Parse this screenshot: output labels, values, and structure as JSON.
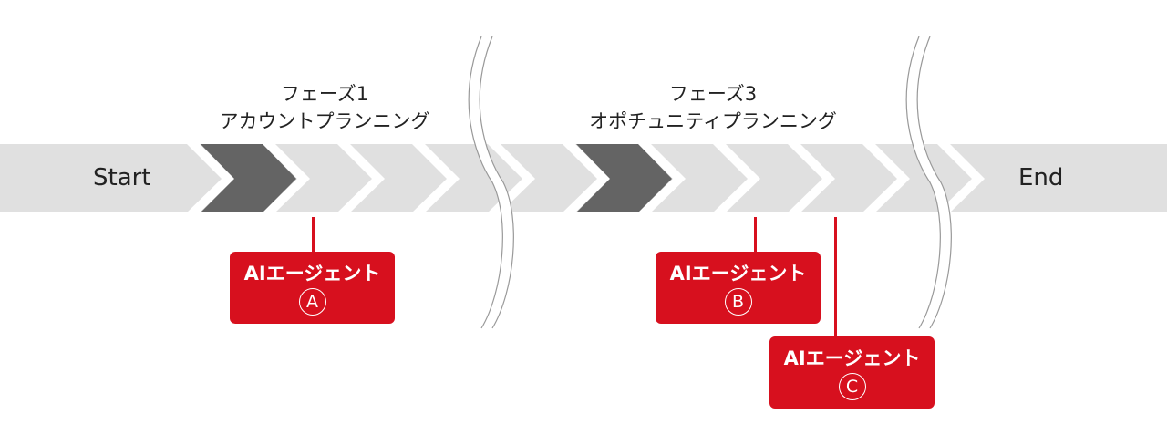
{
  "timeline": {
    "start_label": "Start",
    "end_label": "End",
    "phases": [
      {
        "title": "フェーズ1",
        "subtitle": "アカウントプランニング"
      },
      {
        "title": "フェーズ3",
        "subtitle": "オポチュニティプランニング"
      }
    ]
  },
  "agents": [
    {
      "label": "AIエージェント",
      "badge": "Ⓐ",
      "letter": "A"
    },
    {
      "label": "AIエージェント",
      "badge": "Ⓑ",
      "letter": "B"
    },
    {
      "label": "AIエージェント",
      "badge": "Ⓒ",
      "letter": "C"
    }
  ],
  "colors": {
    "band": "#e0e0e0",
    "active": "#646464",
    "agent": "#d7101e",
    "wave": "#999999"
  }
}
